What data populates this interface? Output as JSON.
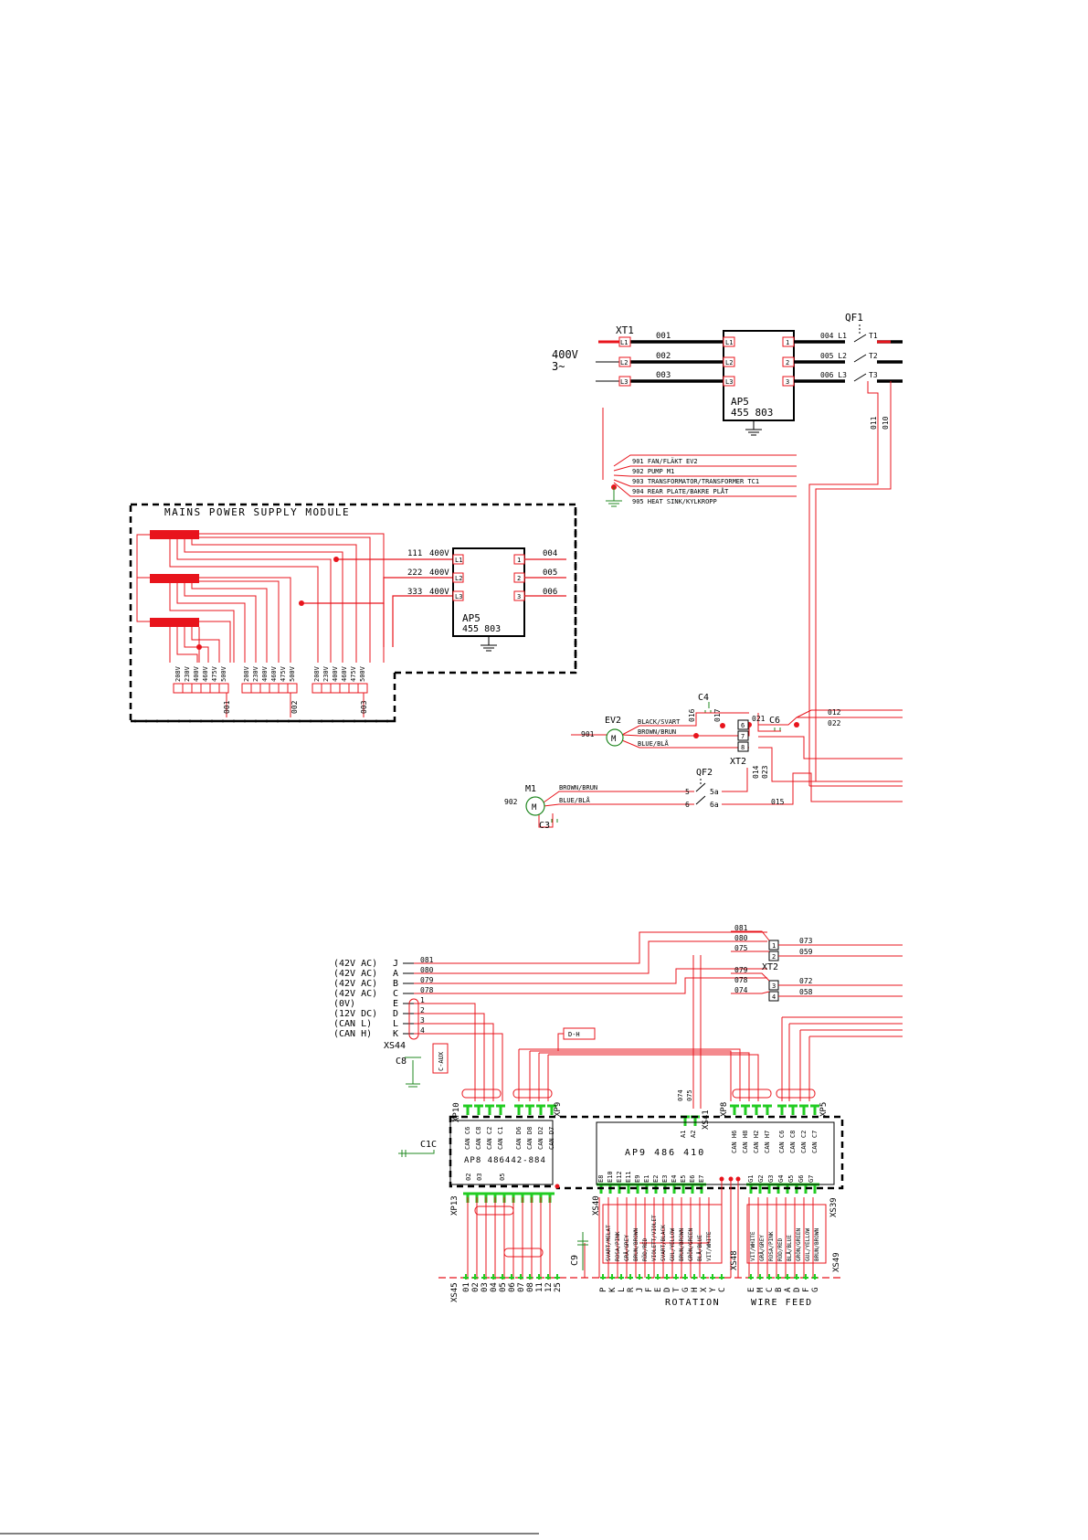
{
  "mains_module": {
    "title": "MAINS POWER SUPPLY MODULE",
    "wires_in": [
      "111",
      "222",
      "333"
    ],
    "volts": [
      "400V",
      "400V",
      "400V"
    ],
    "ap5_l": [
      "L1",
      "L2",
      "L3"
    ],
    "ap5_out": [
      "1",
      "2",
      "3"
    ],
    "out_wires": [
      "004",
      "005",
      "006"
    ],
    "ap5_label": "AP5",
    "ap5_num": "455 803",
    "taps": [
      "208V",
      "230V",
      "400V",
      "460V",
      "475V",
      "500V"
    ],
    "groups": [
      "001",
      "002",
      "003"
    ]
  },
  "top_power": {
    "xt1": "XT1",
    "supply": "400V",
    "phase": "3~",
    "in_terms": [
      "L1",
      "L2",
      "L3"
    ],
    "in_wires": [
      "001",
      "002",
      "003"
    ],
    "ap5_l": [
      "L1",
      "L2",
      "L3"
    ],
    "ap5_out": [
      "1",
      "2",
      "3"
    ],
    "ap5_label": "AP5",
    "ap5_num": "455 803",
    "qf1": "QF1",
    "out_wires": [
      "004 L1",
      "005 L2",
      "006 L3"
    ],
    "t_terms": [
      "T1",
      "T2",
      "T3"
    ],
    "vert_wires": [
      "011",
      "010"
    ],
    "ground_list": [
      "901 FAN/FLÄKT EV2",
      "902 PUMP M1",
      "903 TRANSFORMATOR/TRANSFORMER TC1",
      "904 REAR PLATE/BAKRE PLÅT",
      "905 HEAT SINK/KYLKROPP"
    ]
  },
  "fan_pump": {
    "c4": "C4",
    "c6": "C6",
    "c3": "C3",
    "ev2": "EV2",
    "m1": "M1",
    "motor": "M",
    "g901": "901",
    "g902": "902",
    "ev2_wires": [
      "BLACK/SVART",
      "BROWN/BRUN",
      "BLUE/BLÅ"
    ],
    "m1_wires": [
      "BROWN/BRUN",
      "BLUE/BLÅ"
    ],
    "w016": "016",
    "w017": "017",
    "w021": "021",
    "w014": "014",
    "w023": "023",
    "w012": "012",
    "w022": "022",
    "w015": "015",
    "xt2_terms": [
      "6",
      "7",
      "8"
    ],
    "xt2": "XT2",
    "qf2": "QF2",
    "qf2_in": [
      "5",
      "6"
    ],
    "qf2_out": [
      "5a",
      "6a"
    ]
  },
  "control": {
    "xs44_pins": [
      "J",
      "A",
      "B",
      "C",
      "E",
      "D",
      "L",
      "K"
    ],
    "xs44_labels": [
      "(42V AC)",
      "(42V AC)",
      "(42V AC)",
      "(42V AC)",
      "(0V)",
      "(12V DC)",
      "(CAN L)",
      "(CAN H)"
    ],
    "xs44_wires": [
      "081",
      "080",
      "079",
      "078",
      "1",
      "2",
      "3",
      "4"
    ],
    "xs44": "XS44",
    "c8": "C8",
    "c_aux": "C-AUX",
    "d_h": "D-H",
    "xt2_top": "XT2",
    "xt2_in": [
      "081",
      "080",
      "075",
      "079",
      "078",
      "074"
    ],
    "xt2_pins": [
      "1",
      "2",
      "3",
      "4"
    ],
    "xt2_out": [
      "073",
      "059",
      "072",
      "058"
    ],
    "xp10": "XP10",
    "xp9": "XP9",
    "xp8": "XP8",
    "xp5": "XP5",
    "xs41": "XS41",
    "xs41_wires": [
      "074",
      "075"
    ],
    "xs41_pins": [
      "A1",
      "A2"
    ],
    "c1c": "C1C",
    "ap8_label": "AP8 486442-884",
    "ap8_can_left": [
      "CAN C6",
      "CAN C8",
      "CAN C2",
      "CAN C1"
    ],
    "ap8_can_right": [
      "CAN D6",
      "CAN D8",
      "CAN D2",
      "CAN D7"
    ],
    "ap8_bottom": [
      "02",
      "03",
      "05"
    ],
    "ap9_label": "AP9 486 410",
    "ap9_can_h": [
      "CAN H6",
      "CAN H8",
      "CAN H2",
      "CAN H7"
    ],
    "ap9_can_c": [
      "CAN C6",
      "CAN C8",
      "CAN C2",
      "CAN C7"
    ],
    "ap9_e": [
      "E8",
      "E10",
      "E12",
      "E11",
      "E9",
      "E1",
      "E2",
      "E3",
      "E4",
      "E5",
      "E6",
      "E7"
    ],
    "ap9_g": [
      "G1",
      "G2",
      "G3",
      "G4",
      "G5",
      "G6",
      "G7"
    ],
    "xp13": "XP13",
    "xs40": "XS40",
    "xs39": "XS39",
    "xs45": "XS45",
    "xs45_pins": [
      "01",
      "02",
      "03",
      "04",
      "05",
      "06",
      "07",
      "08",
      "11",
      "12",
      "25"
    ],
    "c9": "C9",
    "xs48": "XS48",
    "xs48_colors": [
      "SVART/MELAT",
      "ROSA/PINK",
      "GRÅ/GREY",
      "BRUN/BROWN",
      "RÖD/RED",
      "VIOLETT/VIOLET",
      "SVART/BLACK",
      "GUL/YELLOW",
      "BRUN/BROWN",
      "GRÖN/GREEN",
      "BLÅ/BLUE",
      "VIT/WHITE"
    ],
    "xs48_pins": [
      "P",
      "K",
      "L",
      "R",
      "J",
      "F",
      "E",
      "D",
      "T",
      "G",
      "H",
      "X",
      "Y",
      "C"
    ],
    "xs49": "XS49",
    "xs49_colors": [
      "VIT/WHITE",
      "GRÅ/GREY",
      "ROSA/PINK",
      "RÖD/RED",
      "BLÅ/BLUE",
      "GRÖN/GREEN",
      "GUL/YELLOW",
      "BRUN/BROWN"
    ],
    "xs49_pins": [
      "E",
      "M",
      "C",
      "B",
      "A",
      "D",
      "F",
      "G"
    ],
    "rotation": "ROTATION",
    "wire_feed": "WIRE FEED"
  },
  "colors": {
    "wire": "#e8141c",
    "ink": "#000000",
    "connector": "#22cc22"
  }
}
